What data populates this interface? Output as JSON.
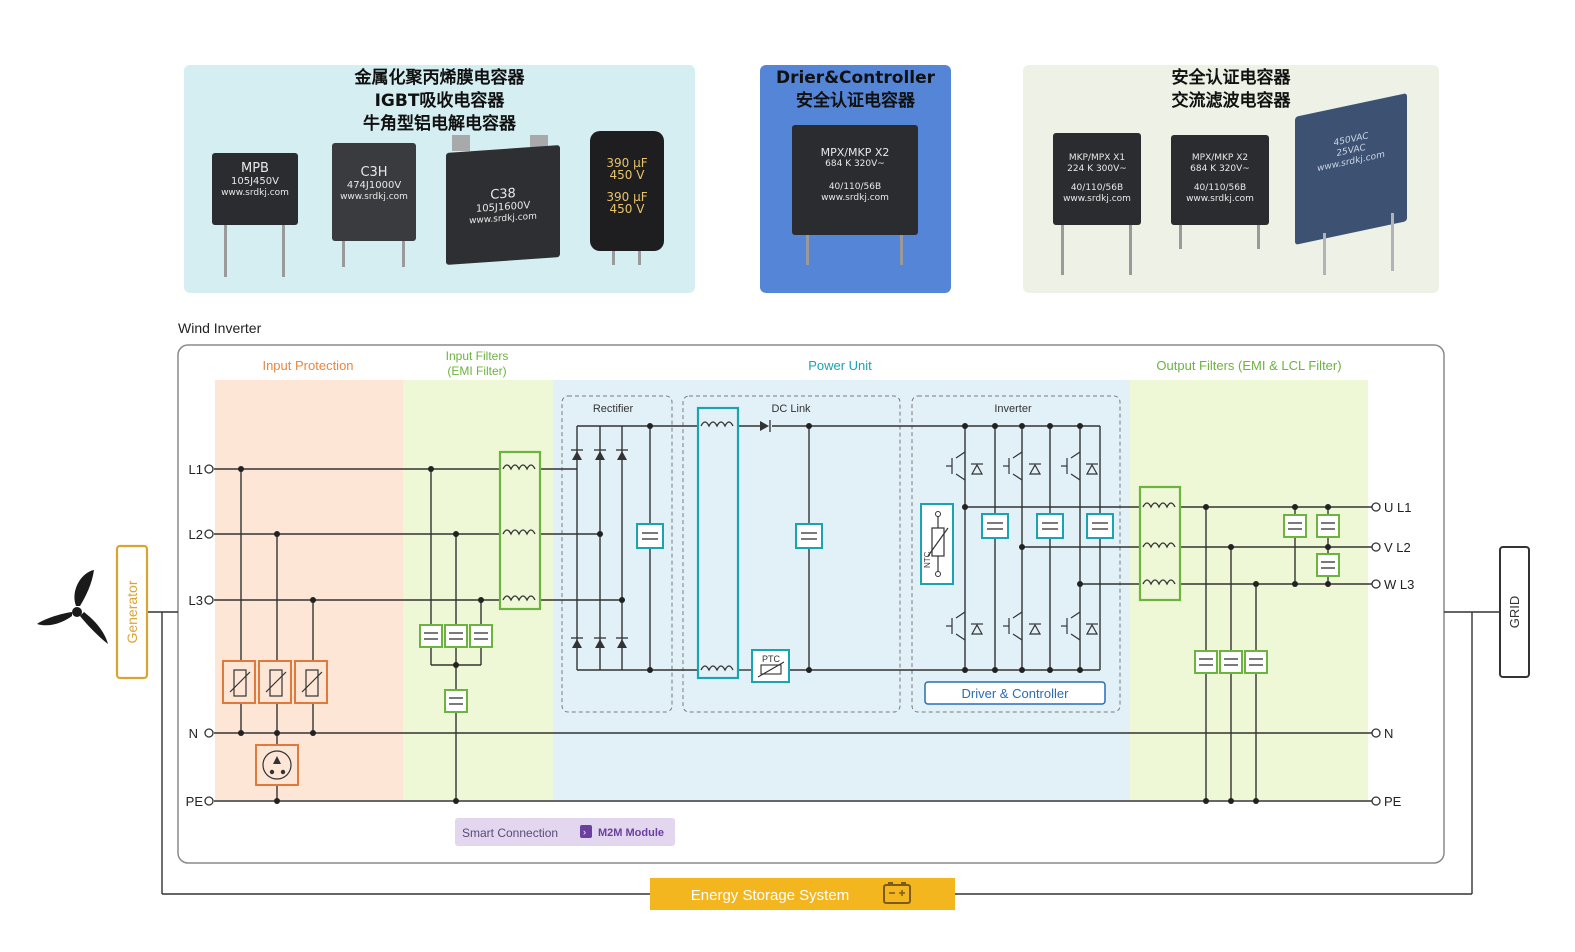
{
  "panels": {
    "left": {
      "title_lines": [
        "金属化聚丙烯膜电容器",
        "IGBT吸收电容器",
        "牛角型铝电解电容器"
      ],
      "bg": "#d4eef2",
      "capacitors": [
        {
          "lines": [
            "MPB",
            "105J450V",
            "www.srdkj.com"
          ]
        },
        {
          "lines": [
            "C3H",
            "474J1000V",
            "www.srdkj.com"
          ]
        },
        {
          "lines": [
            "C38",
            "105J1600V",
            "www.srdkj.com"
          ]
        },
        {
          "lines": [
            "390 μF",
            "450 V",
            "390 μF",
            "450 V"
          ]
        }
      ]
    },
    "middle": {
      "title_lines": [
        "Drier&Controller",
        "安全认证电容器"
      ],
      "bg": "#5585d6",
      "capacitors": [
        {
          "lines": [
            "MPX/MKP X2",
            "684 K 320V~",
            "40/110/56B",
            "www.srdkj.com"
          ]
        }
      ]
    },
    "right": {
      "title_lines": [
        "安全认证电容器",
        "交流滤波电容器"
      ],
      "bg": "#eef2e6",
      "capacitors": [
        {
          "lines": [
            "MKP/MPX X1",
            "224 K 300V~",
            "40/110/56B",
            "www.srdkj.com"
          ]
        },
        {
          "lines": [
            "MPX/MKP X2",
            "684 K 320V~",
            "40/110/56B",
            "www.srdkj.com"
          ]
        },
        {
          "lines": [
            "450VAC",
            "25VAC",
            "www.srdkj.com"
          ]
        }
      ]
    }
  },
  "diagram": {
    "title": "Wind Inverter",
    "sections": {
      "input_protection": "Input  Protection",
      "input_filters": [
        "Input Filters",
        "(EMI Filter)"
      ],
      "power_unit": "Power Unit",
      "output_filters": "Output Filters (EMI & LCL Filter)"
    },
    "blocks": {
      "rectifier": "Rectifier",
      "dc_link": "DC Link",
      "inverter": "Inverter",
      "ptc": "PTC",
      "ntc": "NTC",
      "driver": "Driver & Controller"
    },
    "input_terminals": [
      "L1",
      "L2",
      "L3",
      "N",
      "PE"
    ],
    "output_terminals": [
      "U L1",
      "V L2",
      "W L3",
      "N",
      "PE"
    ],
    "generator": "Generator",
    "grid": "GRID",
    "smart_connection": "Smart Connection",
    "m2m_module": "M2M Module",
    "energy_storage": "Energy Storage System",
    "colors": {
      "protection_bg": "#fde6d6",
      "filters_bg": "#eef8d6",
      "power_bg": "#e2f1f8",
      "orange": "#e07a3c",
      "green": "#6cb33f",
      "teal": "#1aa3b0",
      "gold": "#d9a531",
      "storage": "#f3b61f",
      "smart_bg": "#e2d7ef",
      "m2m_bg": "#6b3f9e",
      "driver_border": "#2a6db5"
    }
  }
}
